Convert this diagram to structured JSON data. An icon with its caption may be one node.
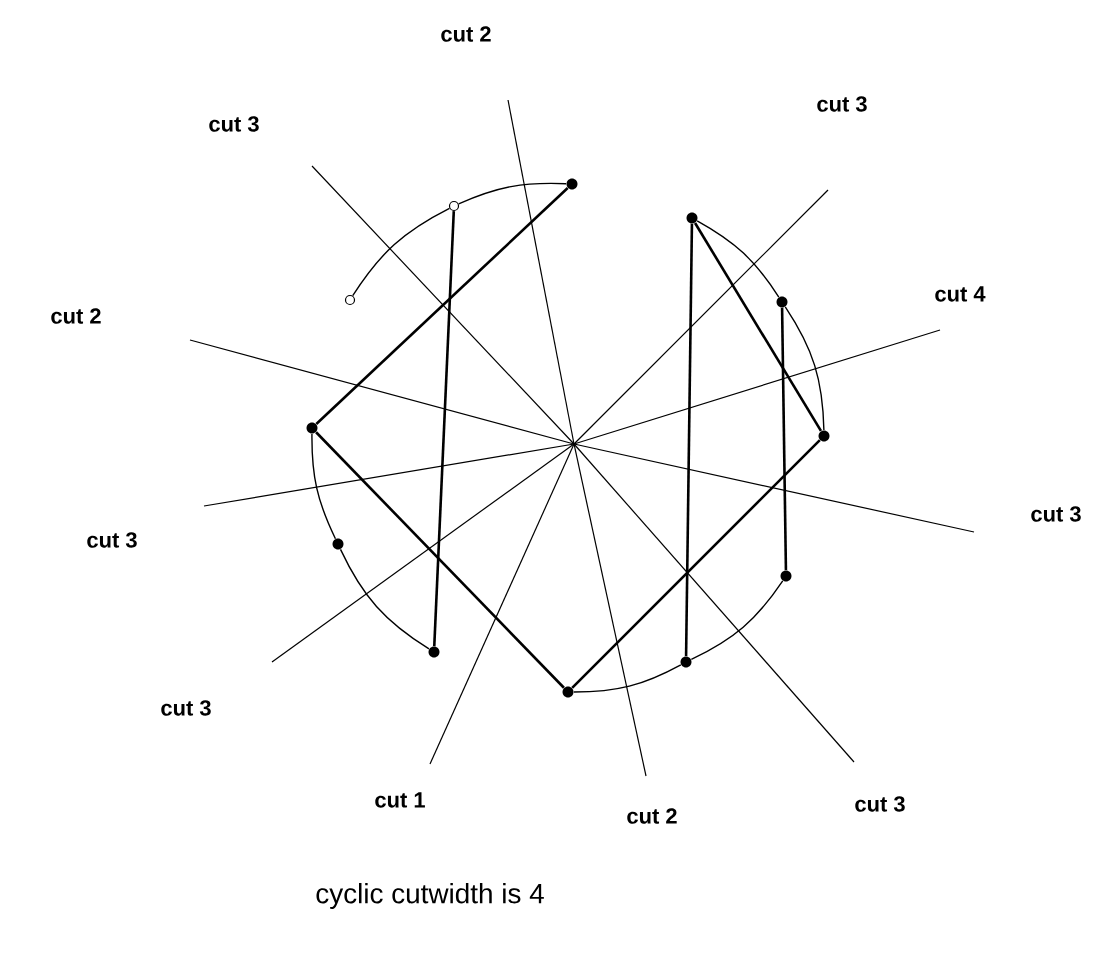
{
  "diagram": {
    "caption": "cyclic cutwidth is 4",
    "nodes": [
      {
        "text": [],
        "shape": "circle"
      },
      {
        "text": [],
        "shape": "circle"
      },
      {
        "text": [],
        "shape": "circle"
      },
      {
        "text": [],
        "shape": "circle"
      },
      {
        "text": [],
        "shape": "circle"
      },
      {
        "text": [],
        "shape": "circle"
      },
      {
        "text": [],
        "shape": "circle"
      },
      {
        "text": [],
        "shape": "circle"
      },
      {
        "text": [],
        "shape": "circle"
      },
      {
        "text": [],
        "shape": "circle"
      },
      {
        "text": [],
        "shape": "circle"
      },
      {
        "text": [],
        "shape": "circle"
      }
    ],
    "edges": [
      {
        "from": 3,
        "to": 1,
        "arrow": "none"
      },
      {
        "from": 1,
        "to": 0,
        "arrow": "none"
      },
      {
        "from": 2,
        "to": 4,
        "arrow": "none"
      },
      {
        "from": 4,
        "to": 6,
        "arrow": "none"
      },
      {
        "from": 5,
        "to": 7,
        "arrow": "none"
      },
      {
        "from": 7,
        "to": 9,
        "arrow": "none"
      },
      {
        "from": 11,
        "to": 10,
        "arrow": "none"
      },
      {
        "from": 10,
        "to": 8,
        "arrow": "none"
      },
      {
        "from": 0,
        "to": 5,
        "arrow": "none"
      },
      {
        "from": 1,
        "to": 9,
        "arrow": "none"
      },
      {
        "from": 5,
        "to": 11,
        "arrow": "none"
      },
      {
        "from": 11,
        "to": 6,
        "arrow": "none"
      },
      {
        "from": 2,
        "to": 10,
        "arrow": "none"
      },
      {
        "from": 2,
        "to": 6,
        "arrow": "none"
      },
      {
        "from": 4,
        "to": 8,
        "arrow": "none"
      }
    ],
    "labels": [
      "cut 2",
      "cut 3",
      "cut 3",
      "cut 4",
      "cut 2",
      "cut 3",
      "cut 3",
      "cut 3",
      "cut 1",
      "cut 2",
      "cut 3"
    ]
  }
}
